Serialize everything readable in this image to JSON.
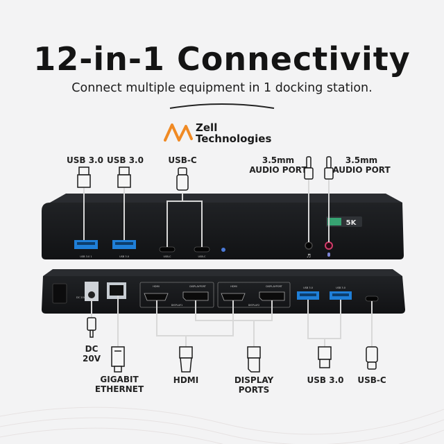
{
  "header": {
    "title": "12-in-1 Connectivity",
    "subtitle": "Connect multiple equipment in 1 docking station."
  },
  "brand": {
    "line1": "Zell",
    "line2": "Technologies",
    "accent": "#f08a24"
  },
  "front_labels": {
    "usb1": "USB 3.0",
    "usb2": "USB 3.0",
    "usbc": "USB-C",
    "audio1_line1": "3.5mm",
    "audio1_line2": "AUDIO PORT",
    "audio2_line1": "3.5mm",
    "audio2_line2": "AUDIO PORT"
  },
  "back_labels": {
    "dc_line1": "DC",
    "dc_line2": "20V",
    "eth_line1": "GIGABIT",
    "eth_line2": "ETHERNET",
    "hdmi": "HDMI",
    "dp_line1": "DISPLAY",
    "dp_line2": "PORTS",
    "usb": "USB 3.0",
    "usbc": "USB-C"
  },
  "device_front": {
    "badge": "5K",
    "port_usb1": "USB 3.0 1",
    "port_usb2": "USB 3.0",
    "port_c1": "USB-C",
    "port_c2": "USB-C"
  },
  "device_back": {
    "dc_text": "DC 20V",
    "hdmi1": "HDMI",
    "dp1": "DISPLAYPORT",
    "display1": "DISPLAY1",
    "hdmi2": "HDMI",
    "dp2": "DISPLAYPORT",
    "display2": "DISPLAY2",
    "usb3a": "USB 3.0",
    "usb3b": "USB 3.0"
  },
  "colors": {
    "usb_blue": "#1f7fd8",
    "mic_pink": "#d23a6a",
    "body_dark": "#1d1f22"
  }
}
